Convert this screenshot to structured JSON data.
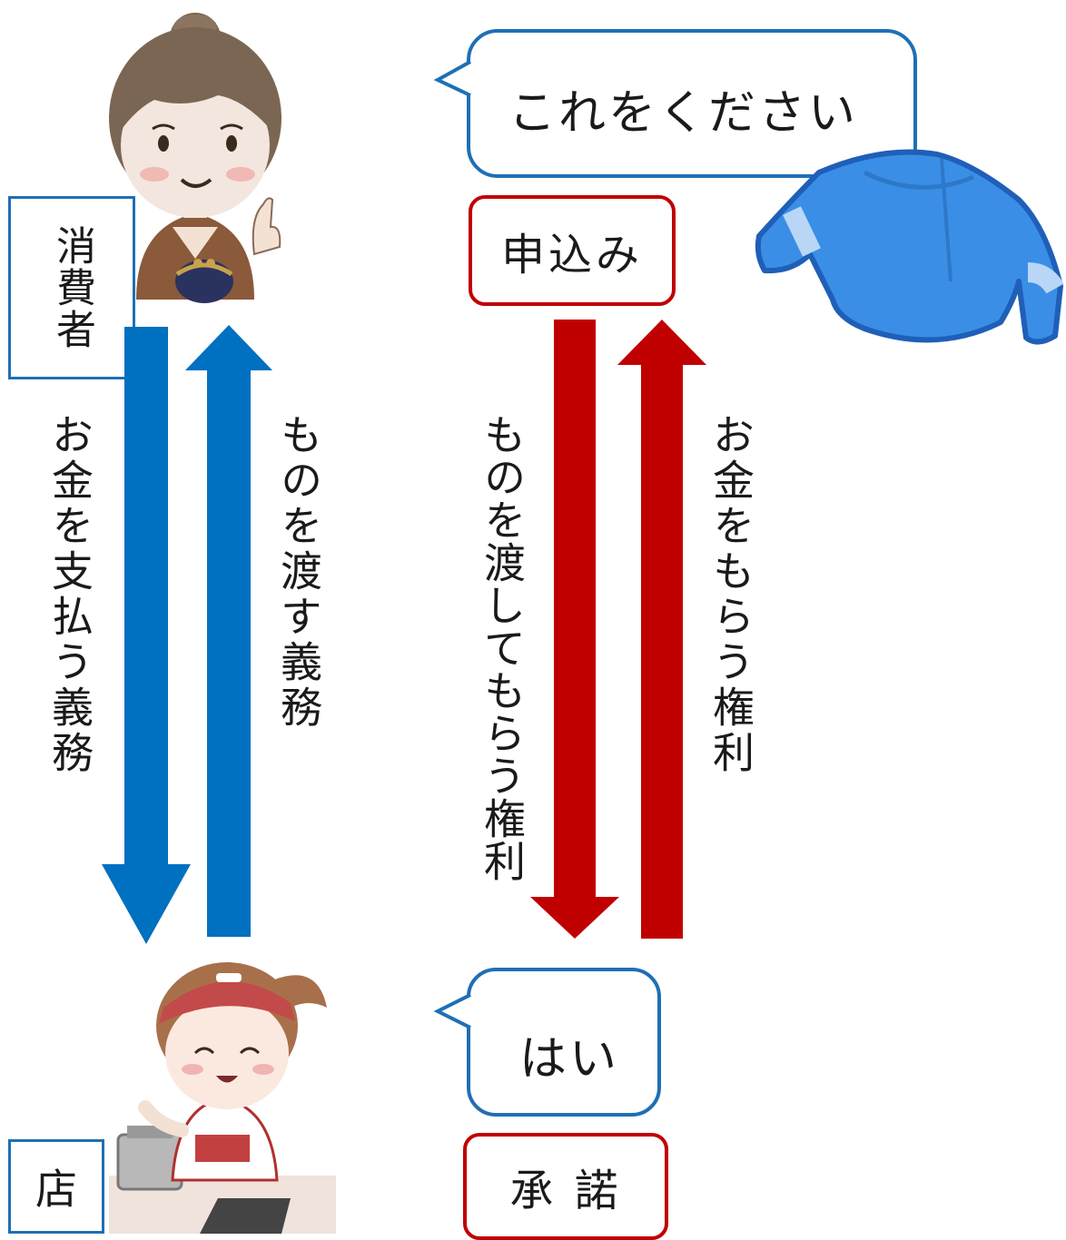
{
  "consumer": {
    "label": "消費者"
  },
  "shop": {
    "label": "店"
  },
  "bubbles": {
    "request": "これをください",
    "reply": "はい"
  },
  "terms": {
    "offer": "申込み",
    "acceptance": "承 諾"
  },
  "consumer_arrows": {
    "down_label": "お金を支払う義務",
    "up_label": "ものを渡す義務"
  },
  "shop_arrows": {
    "down_label": "ものを渡してもらう権利",
    "up_label": "お金をもらう権利"
  },
  "colors": {
    "obligation_arrow": "#0070c0",
    "right_arrow": "#c00000",
    "label_border": "#1f6fb5",
    "bubble_border": "#1f6fb5",
    "sweater": "#3a8ee6"
  },
  "icons": {
    "consumer_illustration": "woman-with-purse",
    "shop_illustration": "clerk-with-register",
    "item_illustration": "sweater"
  }
}
